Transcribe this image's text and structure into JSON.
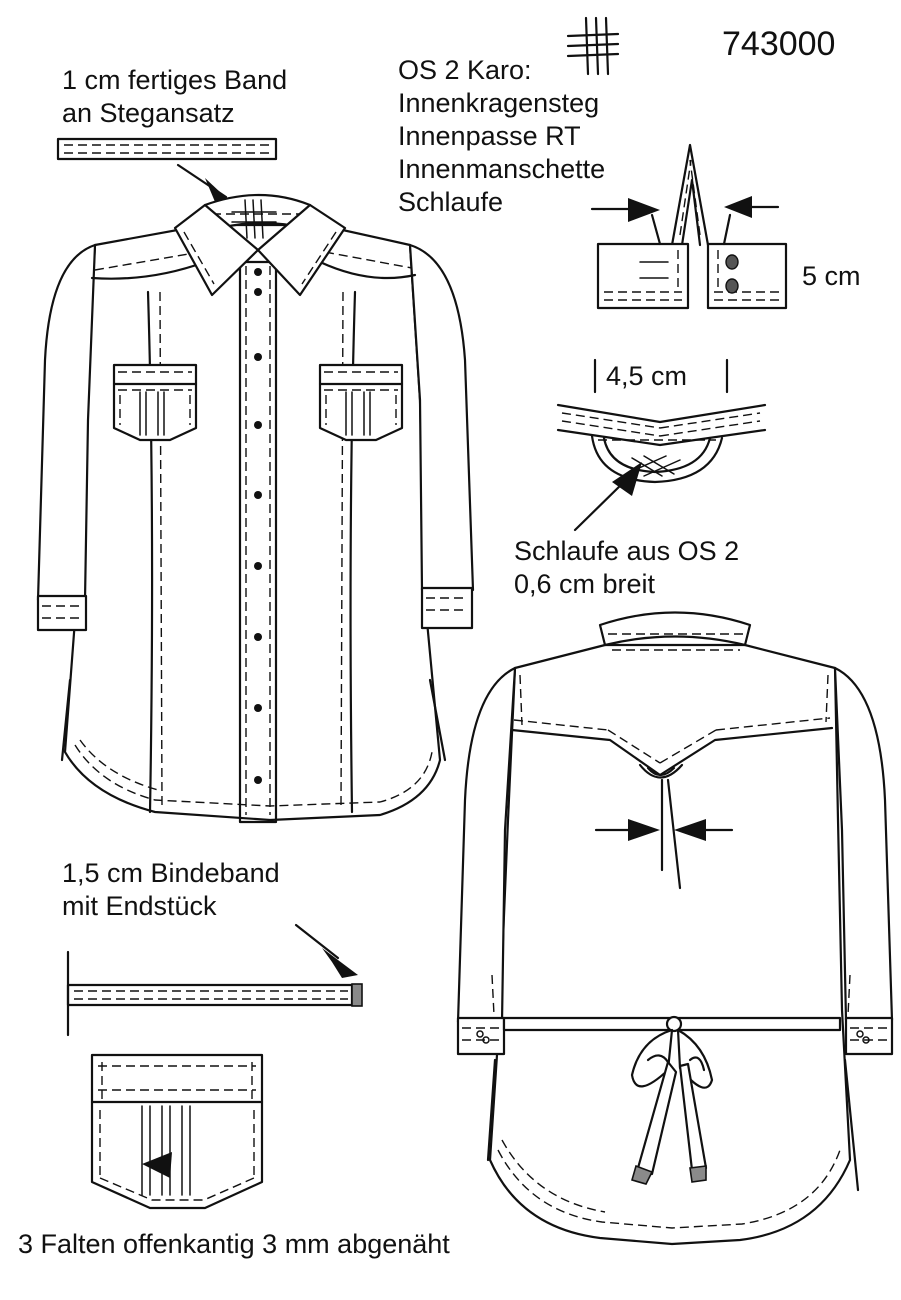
{
  "style_number": "743000",
  "labels": {
    "band_line1": "1 cm fertiges Band",
    "band_line2": "an Stegansatz",
    "os2_line1": "OS 2 Karo:",
    "os2_line2": "Innenkragensteg",
    "os2_line3": "Innenpasse RT",
    "os2_line4": "Innenmanschette",
    "os2_line5": "Schlaufe",
    "cuff_height": "5 cm",
    "loop_width": "4,5 cm",
    "loop_line1": "Schlaufe aus OS 2",
    "loop_line2": "0,6 cm breit",
    "tie_line1": "1,5 cm Bindeband",
    "tie_line2": "mit Endstück",
    "pleats": "3 Falten offenkantig 3 mm abgenäht"
  },
  "colors": {
    "line": "#111111",
    "button": "#444444",
    "tie_end": "#8a8a8a",
    "background": "#ffffff"
  },
  "icons": {
    "check_fabric": "plaid-check-icon",
    "arrow": "arrow-icon"
  }
}
